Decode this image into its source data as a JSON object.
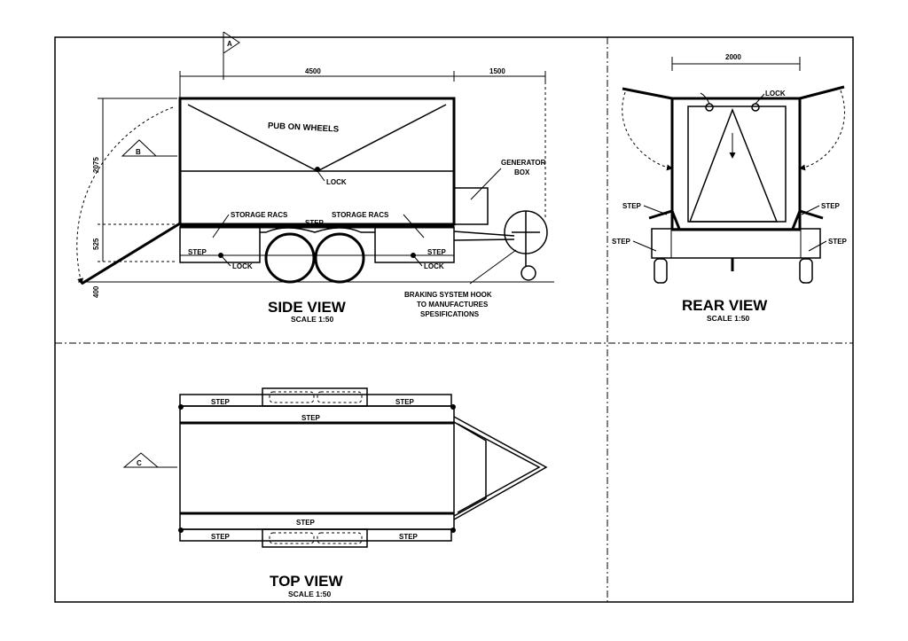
{
  "views": {
    "side": {
      "title": "SIDE VIEW",
      "scale": "SCALE 1:50"
    },
    "rear": {
      "title": "REAR VIEW",
      "scale": "SCALE 1:50"
    },
    "top": {
      "title": "TOP VIEW",
      "scale": "SCALE 1:50"
    }
  },
  "side": {
    "dim_4500": "4500",
    "dim_1500": "1500",
    "dim_2075": "2075",
    "dim_525": "525",
    "dim_400": "400",
    "signage": "PUB ON WHEELS",
    "lock": "LOCK",
    "generator_line1": "GENERATOR",
    "generator_line2": "BOX",
    "storage_racs": "STORAGE RACS",
    "step": "STEP",
    "braking_line1": "BRAKING SYSTEM HOOK",
    "braking_line2": "TO MANUFACTURES",
    "braking_line3": "SPESIFICATIONS"
  },
  "rear": {
    "dim_2000": "2000",
    "lock": "LOCK",
    "step": "STEP"
  },
  "top": {
    "step": "STEP"
  },
  "markers": {
    "a": "A",
    "b": "B",
    "c": "C"
  }
}
